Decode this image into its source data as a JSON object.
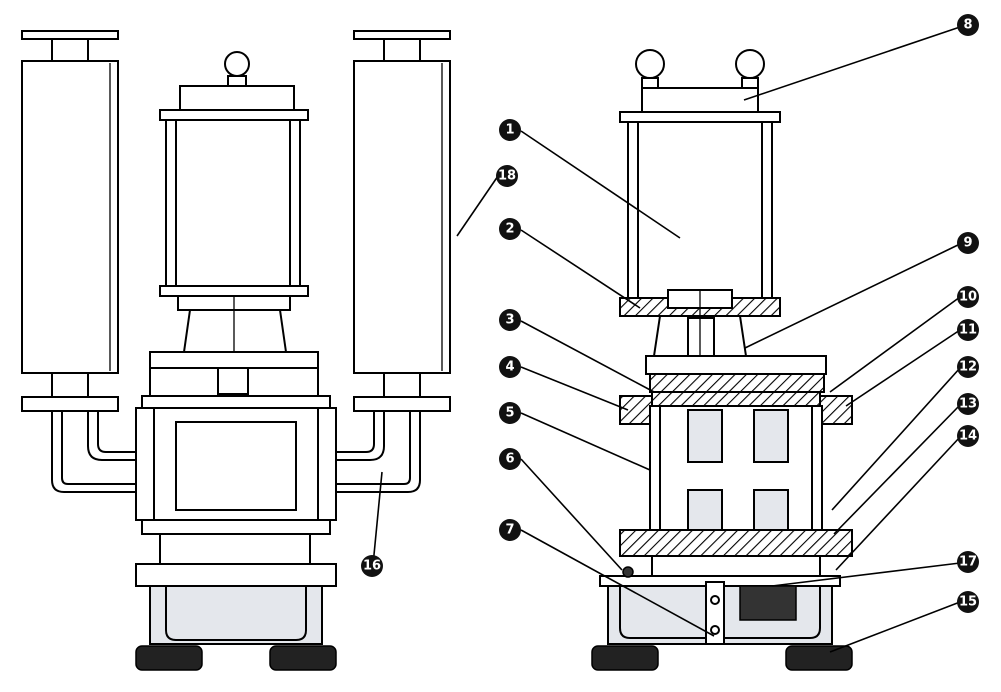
{
  "callouts": [
    {
      "id": "c1",
      "label": "1"
    },
    {
      "id": "c2",
      "label": "2"
    },
    {
      "id": "c3",
      "label": "3"
    },
    {
      "id": "c4",
      "label": "4"
    },
    {
      "id": "c5",
      "label": "5"
    },
    {
      "id": "c6",
      "label": "6"
    },
    {
      "id": "c7",
      "label": "7"
    },
    {
      "id": "c8",
      "label": "8"
    },
    {
      "id": "c9",
      "label": "9"
    },
    {
      "id": "c10",
      "label": "10"
    },
    {
      "id": "c11",
      "label": "11"
    },
    {
      "id": "c12",
      "label": "12"
    },
    {
      "id": "c13",
      "label": "13"
    },
    {
      "id": "c14",
      "label": "14"
    },
    {
      "id": "c15",
      "label": "15"
    },
    {
      "id": "c16",
      "label": "16"
    },
    {
      "id": "c17",
      "label": "17"
    },
    {
      "id": "c18",
      "label": "18"
    }
  ],
  "colors": {
    "line": "#000000",
    "fill": "#ffffff",
    "shade": "#e4e7ec",
    "badge": "#111111"
  }
}
